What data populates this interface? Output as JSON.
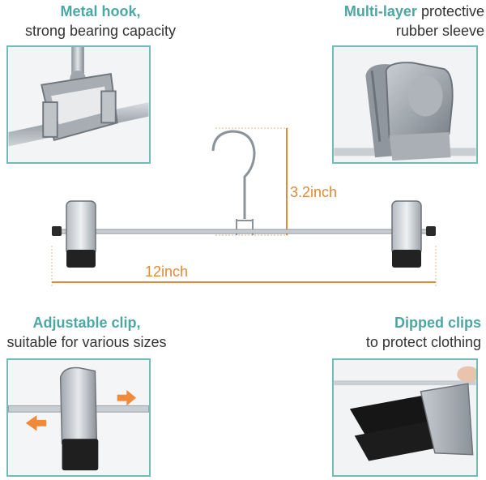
{
  "features": {
    "metal_hook": {
      "highlight": "Metal hook,",
      "text": "strong bearing capacity"
    },
    "rubber_sleeve": {
      "highlight": "Multi-layer",
      "text_inline": " protective",
      "text": "rubber sleeve"
    },
    "adjustable_clip": {
      "highlight": "Adjustable clip,",
      "text": "suitable for various sizes"
    },
    "dipped_clips": {
      "highlight": "Dipped clips",
      "text": "to protect clothing"
    }
  },
  "dimensions": {
    "height": "3.2inch",
    "width": "12inch"
  },
  "colors": {
    "accent_teal": "#4ea6a3",
    "frame_teal": "#77b9b6",
    "dimension_orange": "#e08a3c",
    "arrow_orange": "#f08a3a"
  }
}
